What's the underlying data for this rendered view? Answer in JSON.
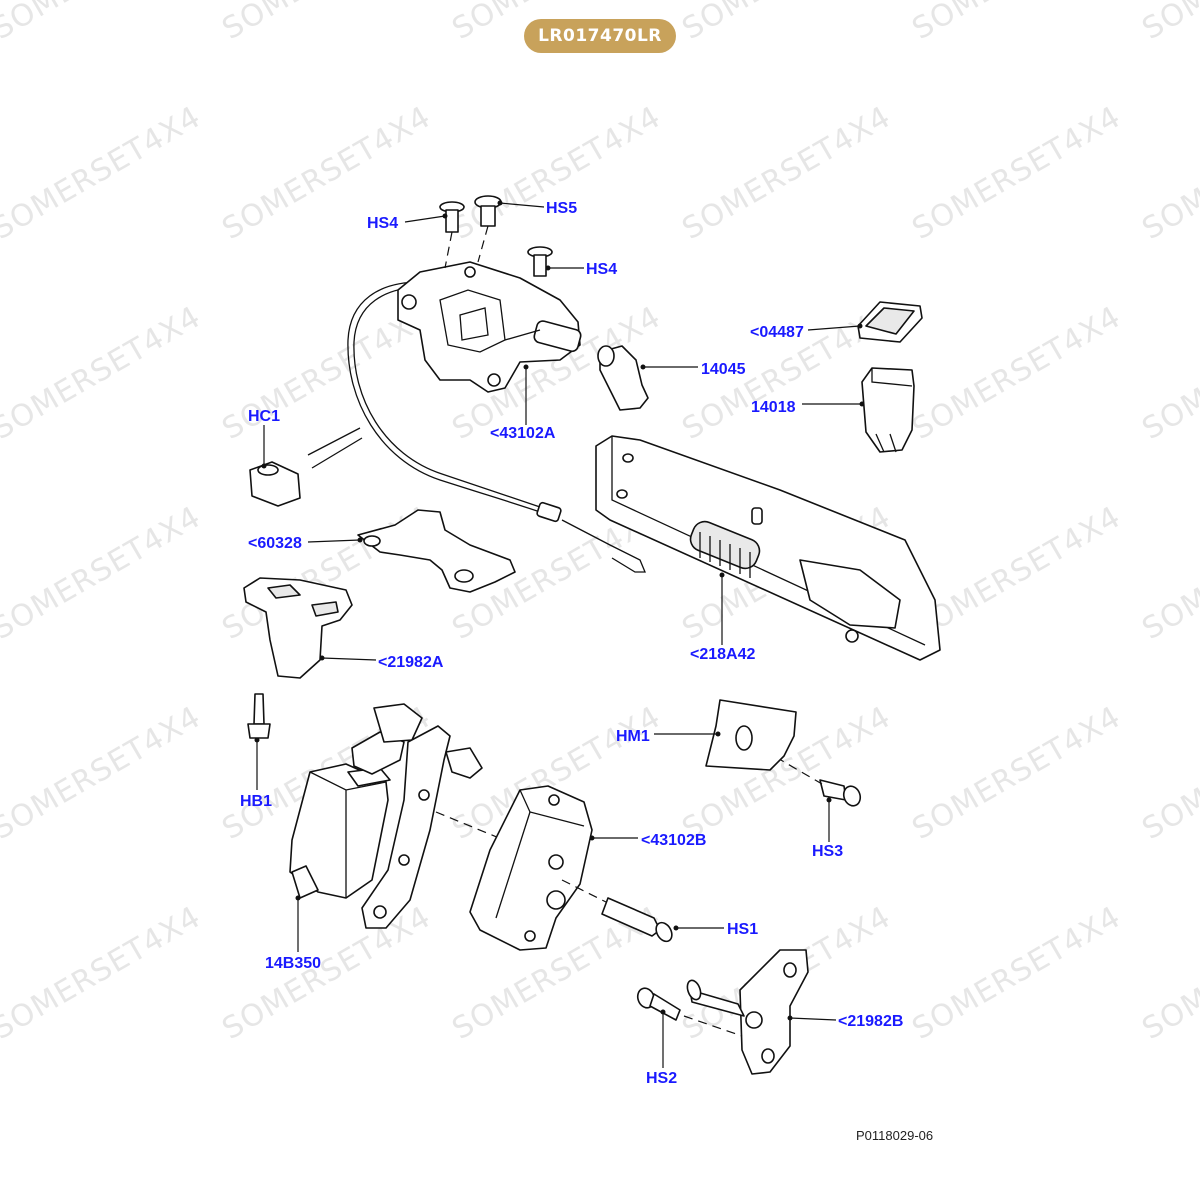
{
  "header": {
    "part_number": "LR017470LR"
  },
  "watermark": {
    "text": "SOMERSET4X4"
  },
  "footer": {
    "figure_ref": "P0118029-06"
  },
  "callouts": [
    {
      "id": "hs4-top-left",
      "label": "HS4"
    },
    {
      "id": "hs5",
      "label": "HS5"
    },
    {
      "id": "hs4-right",
      "label": "HS4"
    },
    {
      "id": "04487",
      "label": "<04487"
    },
    {
      "id": "14045",
      "label": "14045"
    },
    {
      "id": "43102a",
      "label": "<43102A"
    },
    {
      "id": "14018",
      "label": "14018"
    },
    {
      "id": "hc1",
      "label": "HC1"
    },
    {
      "id": "60328",
      "label": "<60328"
    },
    {
      "id": "21982a",
      "label": "<21982A"
    },
    {
      "id": "218a42",
      "label": "<218A42"
    },
    {
      "id": "hm1",
      "label": "HM1"
    },
    {
      "id": "hb1",
      "label": "HB1"
    },
    {
      "id": "hs3",
      "label": "HS3"
    },
    {
      "id": "43102b",
      "label": "<43102B"
    },
    {
      "id": "hs1",
      "label": "HS1"
    },
    {
      "id": "14b350",
      "label": "14B350"
    },
    {
      "id": "21982b",
      "label": "<21982B"
    },
    {
      "id": "hs2",
      "label": "HS2"
    }
  ],
  "colors": {
    "badge": "#c8a25b",
    "callout": "#1a1aff",
    "watermark": "#e6e6e6"
  }
}
